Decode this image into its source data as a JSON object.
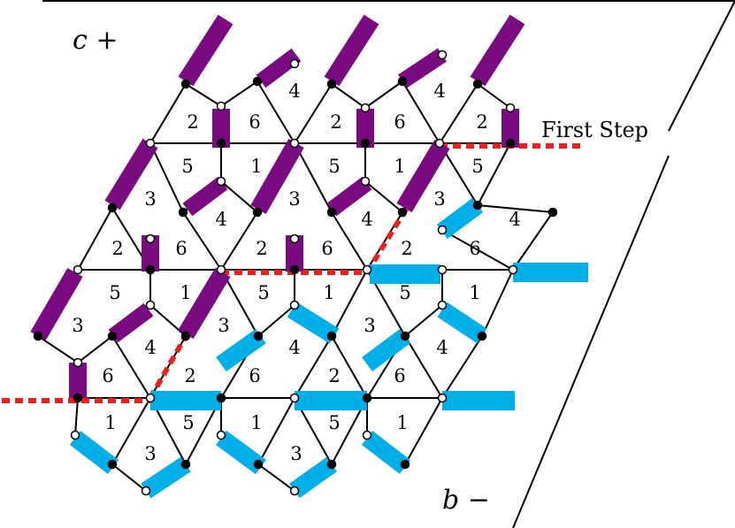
{
  "labels": {
    "top_left": "c +",
    "bottom_right": "b −",
    "step": "First Step"
  },
  "colors": {
    "purple": "#7a0a7f",
    "cyan": "#00aee8",
    "red": "#e8201e",
    "line": "#000000"
  },
  "face_numbers": {
    "n1": "1",
    "n2": "2",
    "n3": "3",
    "n4": "4",
    "n5": "5",
    "n6": "6"
  }
}
